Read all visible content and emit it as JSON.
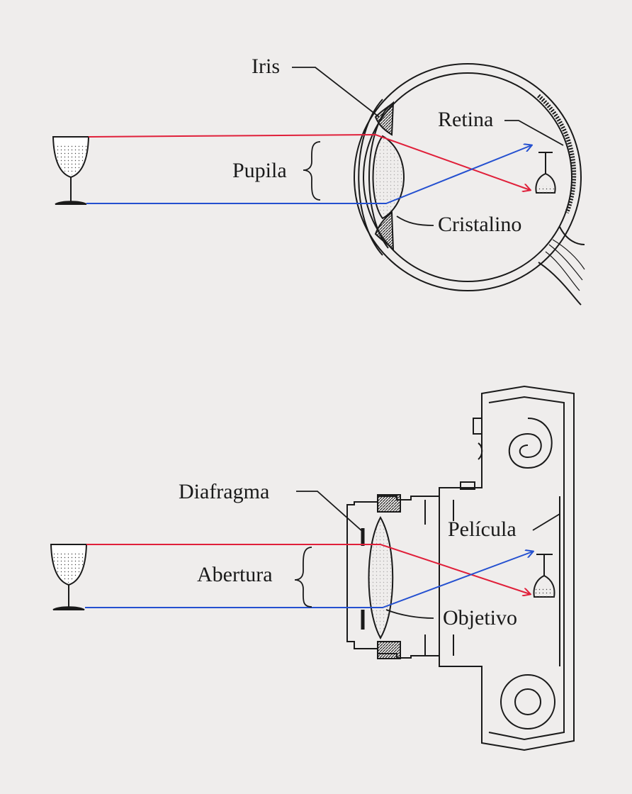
{
  "eye": {
    "labels": {
      "iris": "Iris",
      "retina": "Retina",
      "pupil": "Pupila",
      "lens": "Cristalino"
    }
  },
  "camera": {
    "labels": {
      "diaphragm": "Diafragma",
      "film": "Película",
      "aperture": "Abertura",
      "objective": "Objetivo"
    }
  },
  "colors": {
    "top_ray": "#e0203a",
    "bottom_ray": "#2450d0",
    "ink": "#1a1a1a",
    "paper": "#efedec"
  }
}
